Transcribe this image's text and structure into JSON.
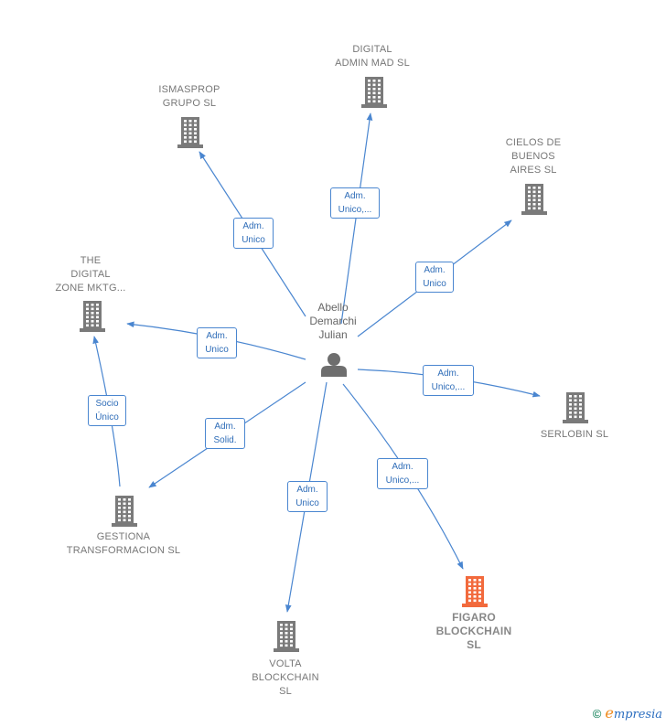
{
  "center": {
    "name": "Abello\nDemarchi\nJulian",
    "icon": "person-icon"
  },
  "nodes": [
    {
      "id": "digital-admin",
      "label": "DIGITAL\nADMIN MAD  SL",
      "icon": "building-icon",
      "color": "#7a7a7a"
    },
    {
      "id": "ismasprop",
      "label": "ISMASPROP\nGRUPO  SL",
      "icon": "building-icon",
      "color": "#7a7a7a"
    },
    {
      "id": "cielos",
      "label": "CIELOS DE\nBUENOS\nAIRES  SL",
      "icon": "building-icon",
      "color": "#7a7a7a"
    },
    {
      "id": "digital-zone",
      "label": "THE\nDIGITAL\nZONE MKTG...",
      "icon": "building-icon",
      "color": "#7a7a7a"
    },
    {
      "id": "serlobin",
      "label": "SERLOBIN SL",
      "icon": "building-icon",
      "color": "#7a7a7a"
    },
    {
      "id": "gestiona",
      "label": "GESTIONA\nTRANSFORMACION SL",
      "icon": "building-icon",
      "color": "#7a7a7a"
    },
    {
      "id": "figaro",
      "label": "FIGARO\nBLOCKCHAIN\nSL",
      "icon": "building-icon",
      "color": "#f26a3d",
      "highlight": true
    },
    {
      "id": "volta",
      "label": "VOLTA\nBLOCKCHAIN\nSL",
      "icon": "building-icon",
      "color": "#7a7a7a"
    }
  ],
  "edges": [
    {
      "from": "center",
      "to": "digital-admin",
      "label": "Adm.\nUnico,..."
    },
    {
      "from": "center",
      "to": "ismasprop",
      "label": "Adm.\nUnico"
    },
    {
      "from": "center",
      "to": "cielos",
      "label": "Adm.\nUnico"
    },
    {
      "from": "center",
      "to": "digital-zone",
      "label": "Adm.\nUnico"
    },
    {
      "from": "center",
      "to": "serlobin",
      "label": "Adm.\nUnico,..."
    },
    {
      "from": "center",
      "to": "gestiona",
      "label": "Adm.\nSolid."
    },
    {
      "from": "center",
      "to": "figaro",
      "label": "Adm.\nUnico,..."
    },
    {
      "from": "center",
      "to": "volta",
      "label": "Adm.\nUnico"
    },
    {
      "from": "gestiona",
      "to": "digital-zone",
      "label": "Socio\nÚnico"
    }
  ],
  "footer": {
    "copyright": "©",
    "brand_initial": "e",
    "brand_rest": "mpresia"
  },
  "colors": {
    "edge": "#4a86d0",
    "building": "#7a7a7a",
    "highlight": "#f26a3d",
    "person": "#6e6e6e"
  }
}
